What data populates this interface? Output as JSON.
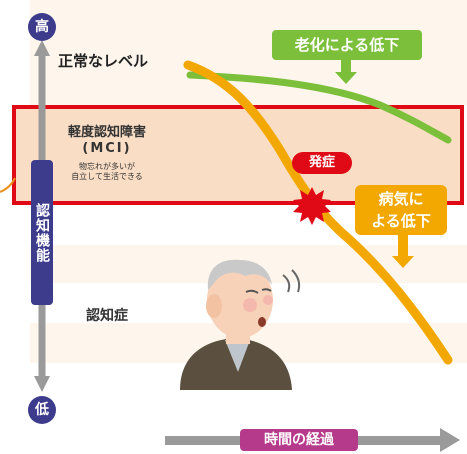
{
  "labels": {
    "high": "高",
    "low": "低",
    "cognitive_function": "認知機能",
    "normal_level": "正常なレベル",
    "mci_title": "軽度認知障害",
    "mci_abbr": "(MCI)",
    "mci_desc_1": "物忘れが多いが",
    "mci_desc_2": "自立して生活できる",
    "dementia": "認知症",
    "aging_decline": "老化による低下",
    "onset": "発症",
    "disease_decline_1": "病気に",
    "disease_decline_2": "よる低下",
    "time": "時間の経過"
  },
  "colors": {
    "navy": "#3c3b8c",
    "green": "#7cbf3a",
    "orange": "#f2a800",
    "red": "#e00a16",
    "purple": "#b53a8c",
    "gray_arrow": "#9a9a9a"
  }
}
